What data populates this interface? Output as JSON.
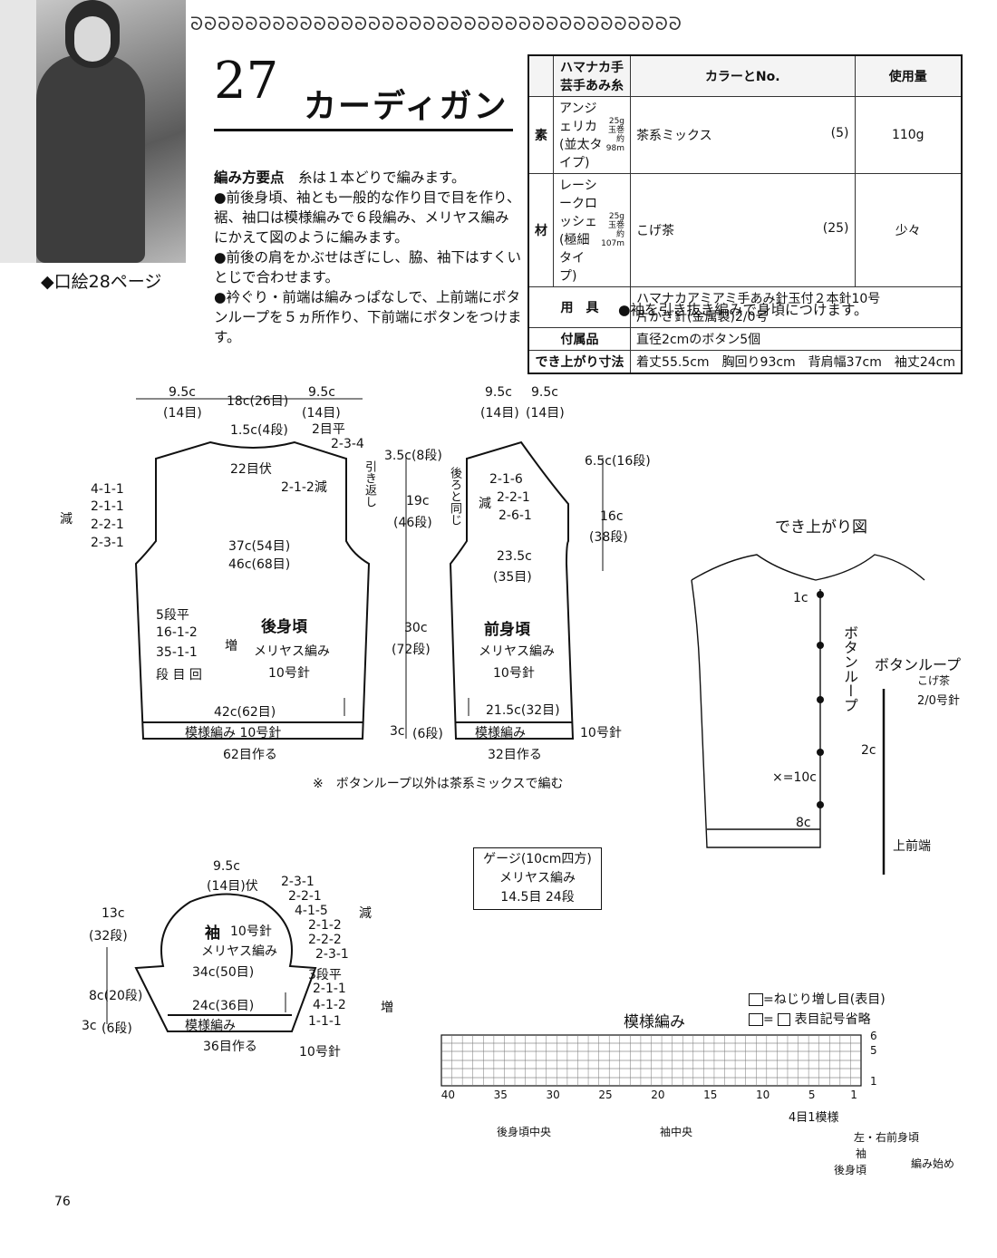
{
  "header": {
    "decoration": "ᘐᘐᘐᘐᘐᘐᘐᘐᘐᘐᘐᘐᘐᘐᘐᘐᘐᘐᘐᘐᘐᘐᘐᘐᘐᘐᘐᘐᘐᘐᘐᘐᘐᘐᘐᘐ"
  },
  "pattern": {
    "number": "27",
    "title": "カーディガン",
    "ref": "◆口絵28ページ"
  },
  "materials": {
    "headers": [
      "ハマナカ手芸手あみ糸",
      "カラーとNo.",
      "使用量"
    ],
    "label_top": "素",
    "label_bottom": "材",
    "rows": [
      {
        "yarn": "アンジェリカ",
        "type": "(並太タイプ)",
        "ball": "25g玉巻",
        "len": "約98m",
        "color": "茶系ミックス",
        "no": "(5)",
        "qty": "110g"
      },
      {
        "yarn": "レーシークロッシェ",
        "type": "(極細タイプ)",
        "ball": "25g玉巻",
        "len": "約107m",
        "color": "こげ茶",
        "no": "(25)",
        "qty": "少々"
      }
    ],
    "tools_label": "用　具",
    "tools_1": "ハマナカアミアミ手あみ針玉付２本針10号",
    "tools_2": "片かぎ針(金属製)2/0号",
    "acc_label": "付属品",
    "acc": "直径2cmのボタン5個",
    "size_label": "でき上がり寸法",
    "size": "着丈55.5cm　胸回り93cm　背肩幅37cm　袖丈24cm"
  },
  "instructions": {
    "heading": "編み方要点",
    "p1": "糸は１本どりで編みます。",
    "p2": "●前後身頃、袖とも一般的な作り目で目を作り、裾、袖口は模様編みで６段編み、メリヤス編みにかえて図のように編みます。",
    "p3": "●前後の肩をかぶせはぎにし、脇、袖下はすくいとじで合わせます。",
    "p4": "●衿ぐり・前端は編みっぱなしで、上前端にボタンループを５ヵ所作り、下前端にボタンをつけます。",
    "p5": "●袖を引き抜き編みで身頃につけます。"
  },
  "back": {
    "top": [
      "9.5c",
      "(14目)",
      "18c(26目)",
      "9.5c",
      "(14目)"
    ],
    "neck": [
      "1.5c(4段)",
      "2目平",
      "22目伏",
      "2-3-4",
      "2-1-2減",
      "引き返し"
    ],
    "armhole": [
      "4-1-1",
      "2-1-1",
      "2-2-1",
      "2-3-1",
      "減"
    ],
    "w1": "37c(54目)",
    "w2": "46c(68目)",
    "inc": [
      "5段平",
      "16-1-2",
      "35-1-1",
      "段 目 回",
      "増"
    ],
    "name": "後身頃",
    "st": "メリヤス編み",
    "needle": "10号針",
    "hem": "42c(62目)",
    "border": "模様編み 10号針",
    "cast": "62目作る"
  },
  "mid": {
    "a": "3.5c(8段)",
    "b": "19c",
    "c": "(46段)",
    "d": "30c",
    "e": "(72段)",
    "f": "3c",
    "g": "(6段)"
  },
  "front": {
    "top": [
      "9.5c",
      "9.5c",
      "(14目)",
      "(14目)"
    ],
    "neck": [
      "2-1-6",
      "2-2-1",
      "2-6-1",
      "減"
    ],
    "side_note": "後ろと同じ",
    "w1": "23.5c",
    "w1b": "(35目)",
    "name": "前身頃",
    "st": "メリヤス編み",
    "needle": "10号針",
    "hem": "21.5c(32目)",
    "border": "模様編み",
    "border_needle": "10号針",
    "cast": "32目作る",
    "right": [
      "6.5c(16段)",
      "16c",
      "(38段)"
    ]
  },
  "note": "※　ボタンループ以外は茶系ミックスで編む",
  "finished": {
    "title": "でき上がり図",
    "loop": "ボタンループ",
    "m1": "1c",
    "m2": "×=10c",
    "m3": "8c",
    "loop_title": "ボタンループ",
    "loop_yarn": "こげ茶",
    "loop_needle": "2/0号針",
    "loop_len": "2c",
    "edge": "上前端"
  },
  "gauge": {
    "l1": "ゲージ(10cm四方)",
    "l2": "メリヤス編み",
    "l3": "14.5目 24段"
  },
  "sleeve": {
    "top": [
      "9.5c",
      "(14目)伏"
    ],
    "dec": [
      "2-3-1",
      "2-2-1",
      "4-1-5",
      "2-1-2",
      "2-2-2",
      "2-3-1",
      "減"
    ],
    "name": "袖",
    "needle_a": "10号針",
    "st": "メリヤス編み",
    "w": "34c(50目)",
    "w2": "24c(36目)",
    "border": "模様編み",
    "cast": "36目作る",
    "needle": "10号針",
    "inc": [
      "3段平",
      "2-1-1",
      "4-1-2",
      "1-1-1",
      "増"
    ],
    "left": [
      "13c",
      "(32段)",
      "8c(20段)",
      "3c",
      "(6段)"
    ]
  },
  "chart": {
    "title": "模様編み",
    "legend1": "=ねじり増し目(表目)",
    "legend2": "=",
    "legend2b": "表目記号省略",
    "rows_top": "6",
    "rows_5": "5",
    "rows_1": "1",
    "cols": [
      "40",
      "35",
      "30",
      "25",
      "20",
      "15",
      "10",
      "5",
      "1"
    ],
    "repeat": "4目1模様",
    "back_center": "後身頃中央",
    "sleeve_center": "袖中央",
    "lr": "左・右前身頃",
    "sleeve": "袖",
    "back": "後身頃",
    "start": "編み始め"
  },
  "page": {
    "number": "76"
  }
}
